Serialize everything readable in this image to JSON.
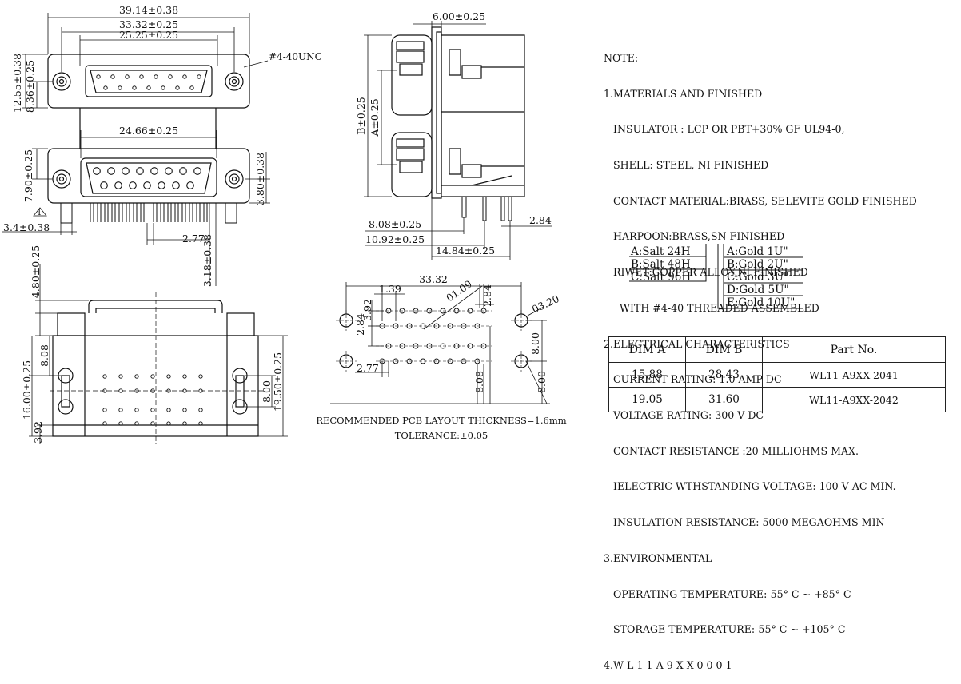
{
  "drawing": {
    "front_view": {
      "dims": [
        "39.14±0.38",
        "33.32±0.25",
        "25.25±0.25",
        "24.66±0.25",
        "12.55±0.38",
        "8.36±0.25",
        "7.90±0.25",
        "3.80±0.38",
        "3.4±0.38",
        "2.77",
        "3.18±0.38"
      ],
      "thread_label": "#4-40UNC",
      "pin_label": "1"
    },
    "side_view": {
      "dims": [
        "6.00±0.25",
        "B±0.25",
        "A±0.25",
        "8.08±0.25",
        "10.92±0.25",
        "14.84±0.25",
        "2.84"
      ]
    },
    "bottom_view": {
      "dims": [
        "4.80±0.25",
        "8.08",
        "16.00±0.25",
        "8.00",
        "19.50±0.25",
        "3.92"
      ]
    },
    "pcb_layout": {
      "dims": [
        "33.32",
        "1.39",
        "01.09",
        "3.92",
        "2.84",
        "2.77",
        "03.20",
        "8.00",
        "8.00",
        "2.84",
        "8.08"
      ],
      "caption_line1": "RECOMMENDED PCB LAYOUT THICKNESS=1.6mm",
      "caption_line2": "TOLERANCE:±0.05"
    }
  },
  "notes": {
    "lines": [
      "NOTE:",
      "1.MATERIALS AND FINISHED",
      "   INSULATOR : LCP OR PBT+30% GF UL94-0,",
      "   SHELL: STEEL, NI FINISHED",
      "   CONTACT MATERIAL:BRASS, SELEVITE GOLD FINISHED",
      "   HARPOON:BRASS,SN FINISHED",
      "   RIWET:COPPER ALLOY,NI FINISHED",
      "     WITH #4-40 THREADED ASSEMBLED",
      "2.ELECTRICAL CHARACTERISTICS",
      "   CURRENT RATING: 1.0 AMP DC",
      "   VOLTAGE RATING: 300 V DC",
      "   CONTACT RESISTANCE :20 MILLIOHMS MAX.",
      "   IELECTRIC WTHSTANDING VOLTAGE: 100 V AC MIN.",
      "   INSULATION RESISTANCE: 5000 MEGAOHMS MIN",
      "3.ENVIRONMENTAL",
      "   OPERATING TEMPERATURE:-55° C ~ +85° C",
      "   STORAGE TEMPERATURE:-55° C ~ +105° C",
      "4.W L 1 1-A 9 X X-0 0 0 1"
    ],
    "salt_options": [
      "A:Salt 24H",
      "B:Salt 48H",
      "C:Salt 96H"
    ],
    "gold_options": [
      "A:Gold 1U\"",
      "B:Gold 2U\"",
      "C:Gold 3U\"",
      "D:Gold 5U\"",
      "E:Gold 10U\""
    ]
  },
  "parts_table": {
    "headers": [
      "DIM A",
      "DIM B",
      "Part  No."
    ],
    "rows": [
      [
        "15.88",
        "28.43",
        "WL11-A9XX-2041"
      ],
      [
        "19.05",
        "31.60",
        "WL11-A9XX-2042"
      ]
    ]
  }
}
